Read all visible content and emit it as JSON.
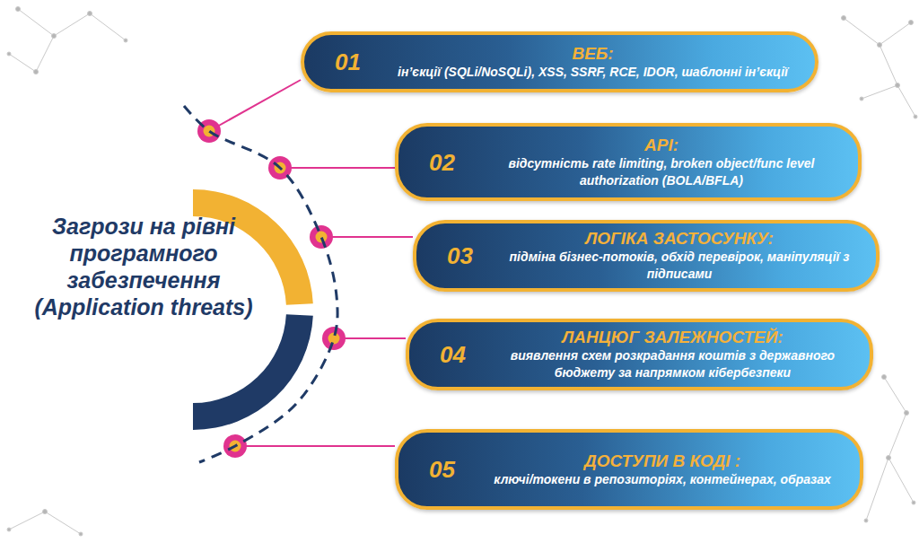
{
  "diagram": {
    "nodes": [
      {
        "text": [
          "Загрози на рівні програмного забезпечення (Application threats)"
        ]
      },
      {
        "text": [
          "01",
          "ВЕБ:",
          "ін’єкції (SQLi/NoSQLi), XSS, SSRF, RCE, IDOR, шаблонні ін’єкції"
        ]
      },
      {
        "text": [
          "02",
          "API:",
          "відсутність rate limiting, broken object/func level authorization (BOLA/BFLA)"
        ]
      },
      {
        "text": [
          "03",
          "ЛОГІКА ЗАСТОСУНКУ:",
          "підміна бізнес-потоків, обхід перевірок, маніпуляції з підписами"
        ]
      },
      {
        "text": [
          "04",
          "ЛАНЦЮГ ЗАЛЕЖНОСТЕЙ:",
          "виявлення схем розкрадання коштів з державного бюджету за напрямком кібербезпеки"
        ]
      },
      {
        "text": [
          "05",
          "ДОСТУПИ В КОДІ :",
          "ключі/токени в репозиторіях, контейнерах, образах"
        ]
      }
    ],
    "edges": [
      {
        "from": 0,
        "to": 1,
        "arrow": "none"
      },
      {
        "from": 0,
        "to": 2,
        "arrow": "none"
      },
      {
        "from": 0,
        "to": 3,
        "arrow": "none"
      },
      {
        "from": 0,
        "to": 4,
        "arrow": "none"
      },
      {
        "from": 0,
        "to": 5,
        "arrow": "none"
      }
    ]
  }
}
